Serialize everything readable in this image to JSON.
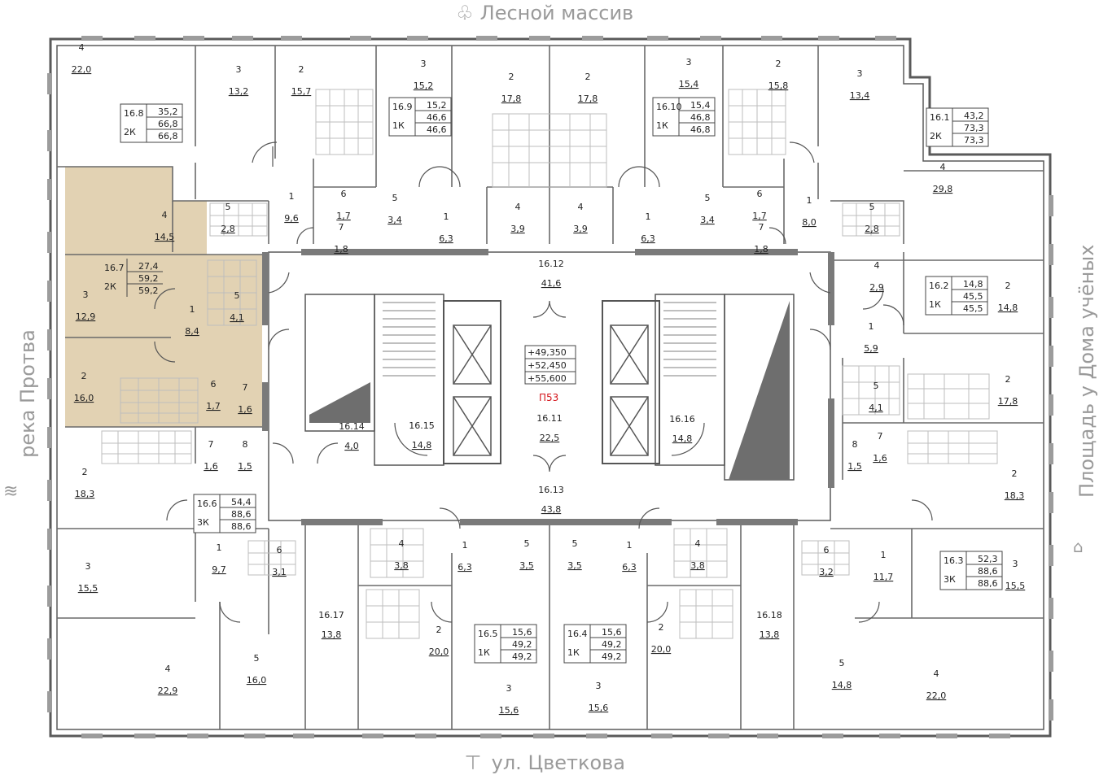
{
  "captions": {
    "top": "Лесной массив",
    "bottom": "ул. Цветкова",
    "left": "река Протва",
    "right": "Площадь у Дома учёных"
  },
  "elevations": [
    "+49,350",
    "+52,450",
    "+55,600"
  ],
  "section_label": "П53",
  "highlight_color": "#d8c39a",
  "apartments": [
    {
      "id": "16.8",
      "type": "2К",
      "living": "35,2",
      "total": "66,8",
      "total2": "66,8"
    },
    {
      "id": "16.9",
      "type": "1К",
      "living": "15,2",
      "total": "46,6",
      "total2": "46,6"
    },
    {
      "id": "16.10",
      "type": "1К",
      "living": "15,4",
      "total": "46,8",
      "total2": "46,8"
    },
    {
      "id": "16.1",
      "type": "2К",
      "living": "43,2",
      "total": "73,3",
      "total2": "73,3"
    },
    {
      "id": "16.7",
      "type": "2К",
      "living": "27,4",
      "total": "59,2",
      "total2": "59,2"
    },
    {
      "id": "16.2",
      "type": "1К",
      "living": "14,8",
      "total": "45,5",
      "total2": "45,5"
    },
    {
      "id": "16.6",
      "type": "3К",
      "living": "54,4",
      "total": "88,6",
      "total2": "88,6"
    },
    {
      "id": "16.3",
      "type": "3К",
      "living": "52,3",
      "total": "88,6",
      "total2": "88,6"
    },
    {
      "id": "16.5",
      "type": "1К",
      "living": "15,6",
      "total": "49,2",
      "total2": "49,2"
    },
    {
      "id": "16.4",
      "type": "1К",
      "living": "15,6",
      "total": "49,2",
      "total2": "49,2"
    }
  ],
  "rooms": [
    {
      "n": "4",
      "a": "22,0"
    },
    {
      "n": "3",
      "a": "13,2"
    },
    {
      "n": "2",
      "a": "15,7"
    },
    {
      "n": "3",
      "a": "15,2"
    },
    {
      "n": "2",
      "a": "17,8"
    },
    {
      "n": "2",
      "a": "17,8"
    },
    {
      "n": "3",
      "a": "15,4"
    },
    {
      "n": "2",
      "a": "15,8"
    },
    {
      "n": "3",
      "a": "13,4"
    },
    {
      "n": "4",
      "a": "29,8"
    },
    {
      "n": "5",
      "a": "2,8"
    },
    {
      "n": "1",
      "a": "9,6"
    },
    {
      "n": "6",
      "a": "1,7"
    },
    {
      "n": "7",
      "a": "1,8"
    },
    {
      "n": "5",
      "a": "3,4"
    },
    {
      "n": "1",
      "a": "6,3"
    },
    {
      "n": "4",
      "a": "3,9"
    },
    {
      "n": "4",
      "a": "3,9"
    },
    {
      "n": "1",
      "a": "6,3"
    },
    {
      "n": "5",
      "a": "3,4"
    },
    {
      "n": "6",
      "a": "1,7"
    },
    {
      "n": "7",
      "a": "1,8"
    },
    {
      "n": "1",
      "a": "8,0"
    },
    {
      "n": "5",
      "a": "2,8"
    },
    {
      "n": "4",
      "a": "14,5"
    },
    {
      "n": "3",
      "a": "12,9"
    },
    {
      "n": "5",
      "a": "4,1"
    },
    {
      "n": "1",
      "a": "8,4"
    },
    {
      "n": "2",
      "a": "16,0"
    },
    {
      "n": "6",
      "a": "1,7"
    },
    {
      "n": "7",
      "a": "1,6"
    },
    {
      "n": "4",
      "a": "2,9"
    },
    {
      "n": "2",
      "a": "14,8"
    },
    {
      "n": "1",
      "a": "5,9"
    },
    {
      "n": "5",
      "a": "4,1"
    },
    {
      "n": "2",
      "a": "17,8"
    },
    {
      "n": "7",
      "a": "1,6"
    },
    {
      "n": "8",
      "a": "1,5"
    },
    {
      "n": "2",
      "a": "18,3"
    },
    {
      "n": "8",
      "a": "1,5"
    },
    {
      "n": "7",
      "a": "1,6"
    },
    {
      "n": "2",
      "a": "18,3"
    },
    {
      "n": "1",
      "a": "9,7"
    },
    {
      "n": "6",
      "a": "3,1"
    },
    {
      "n": "3",
      "a": "15,5"
    },
    {
      "n": "4",
      "a": "22,9"
    },
    {
      "n": "5",
      "a": "16,0"
    },
    {
      "n": "4",
      "a": "3,8"
    },
    {
      "n": "1",
      "a": "6,3"
    },
    {
      "n": "5",
      "a": "3,5"
    },
    {
      "n": "5",
      "a": "3,5"
    },
    {
      "n": "1",
      "a": "6,3"
    },
    {
      "n": "4",
      "a": "3,8"
    },
    {
      "n": "2",
      "a": "20,0"
    },
    {
      "n": "2",
      "a": "20,0"
    },
    {
      "n": "3",
      "a": "15,6"
    },
    {
      "n": "3",
      "a": "15,6"
    },
    {
      "n": "6",
      "a": "3,2"
    },
    {
      "n": "1",
      "a": "11,7"
    },
    {
      "n": "3",
      "a": "15,5"
    },
    {
      "n": "5",
      "a": "14,8"
    },
    {
      "n": "4",
      "a": "22,0"
    }
  ],
  "common": [
    {
      "id": "16.12",
      "a": "41,6"
    },
    {
      "id": "16.11",
      "a": "22,5"
    },
    {
      "id": "16.13",
      "a": "43,8"
    },
    {
      "id": "16.14",
      "a": "4,0"
    },
    {
      "id": "16.15",
      "a": "14,8"
    },
    {
      "id": "16.16",
      "a": "14,8"
    },
    {
      "id": "16.17",
      "a": "13,8"
    },
    {
      "id": "16.18",
      "a": "13,8"
    }
  ]
}
